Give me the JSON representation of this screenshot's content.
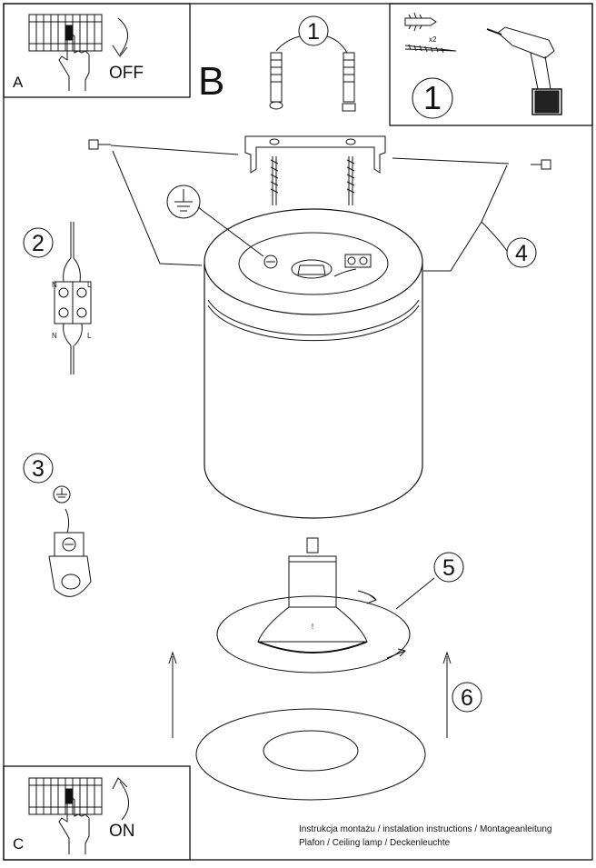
{
  "panels": {
    "a": {
      "letter": "A",
      "state": "OFF"
    },
    "b": {
      "letter": "B"
    },
    "c": {
      "letter": "C",
      "state": "ON"
    }
  },
  "tools": {
    "dowel_qty": "x2",
    "step": "1"
  },
  "steps": {
    "s1": "1",
    "s2": "2",
    "s3": "3",
    "s4": "4",
    "s5": "5",
    "s6": "6"
  },
  "terminals": {
    "n_top": "N",
    "l_top": "L",
    "n_bottom": "N",
    "l_bottom": "L"
  },
  "lamp": {
    "marking": "!"
  },
  "footer": {
    "line1": "Instrukcja montażu / instalation instructions / Montageanleitung",
    "line2": "Plafon / Ceiling lamp / Deckenleuchte"
  },
  "colors": {
    "line": "#111111",
    "background": "#ffffff",
    "shade": "#d8d8d8"
  }
}
